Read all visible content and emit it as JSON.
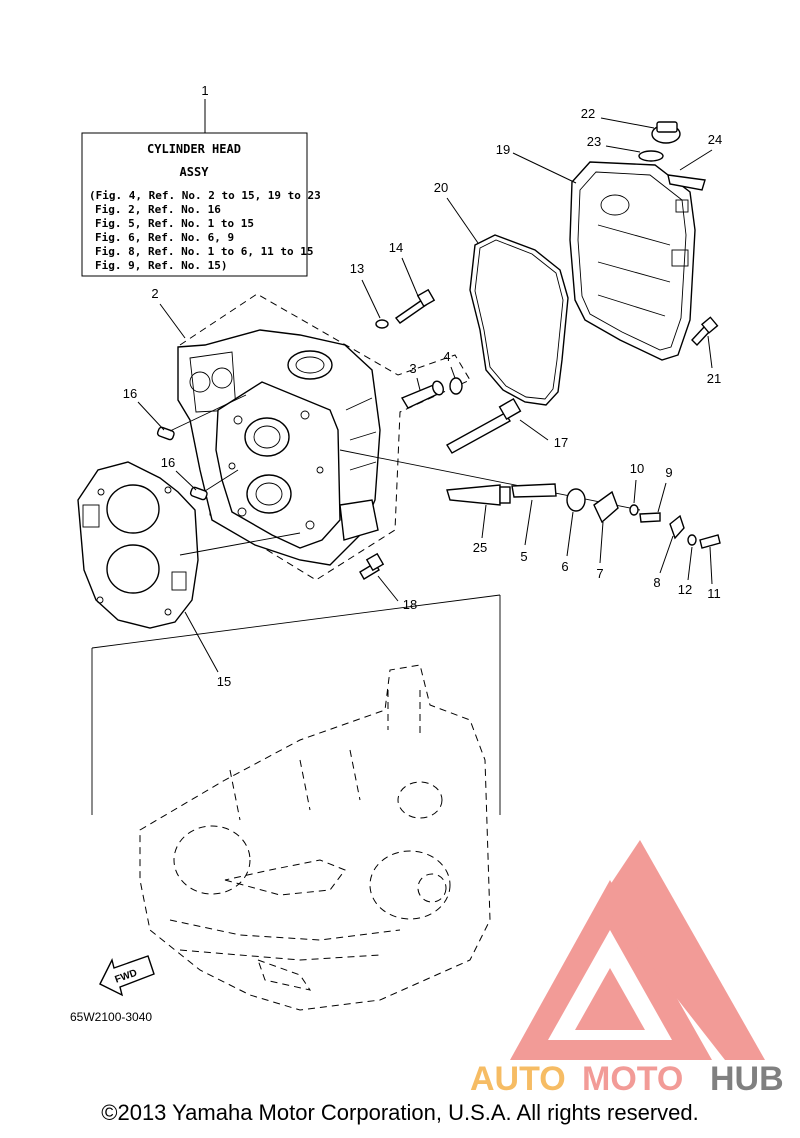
{
  "diagram": {
    "info_box": {
      "number": "1",
      "title": "CYLINDER HEAD",
      "subtitle": "ASSY",
      "lines": [
        "(Fig. 4, Ref. No. 2 to 15, 19 to 23",
        "Fig. 2, Ref. No. 16",
        "Fig. 5, Ref. No. 1 to 15",
        "Fig. 6, Ref. No. 6, 9",
        "Fig. 8, Ref. No. 1 to 6, 11 to 15",
        "Fig. 9, Ref. No. 15)"
      ]
    },
    "callouts": {
      "c2": "2",
      "c3": "3",
      "c4": "4",
      "c5": "5",
      "c6": "6",
      "c7": "7",
      "c8": "8",
      "c9": "9",
      "c10": "10",
      "c11": "11",
      "c12": "12",
      "c13": "13",
      "c14": "14",
      "c15": "15",
      "c16a": "16",
      "c16b": "16",
      "c17": "17",
      "c18": "18",
      "c19": "19",
      "c20": "20",
      "c21": "21",
      "c22": "22",
      "c23": "23",
      "c24": "24",
      "c25": "25"
    },
    "fwd_label": "FWD",
    "diagram_code": "65W2100-3040"
  },
  "watermark": {
    "text_part1": "AUTO",
    "text_part2": "MOTO",
    "text_part3": "HUB",
    "color_orange": "#f5a623",
    "color_red": "#e53935",
    "color_gray": "#555555"
  },
  "copyright": "©2013 Yamaha Motor Corporation, U.S.A. All rights reserved."
}
